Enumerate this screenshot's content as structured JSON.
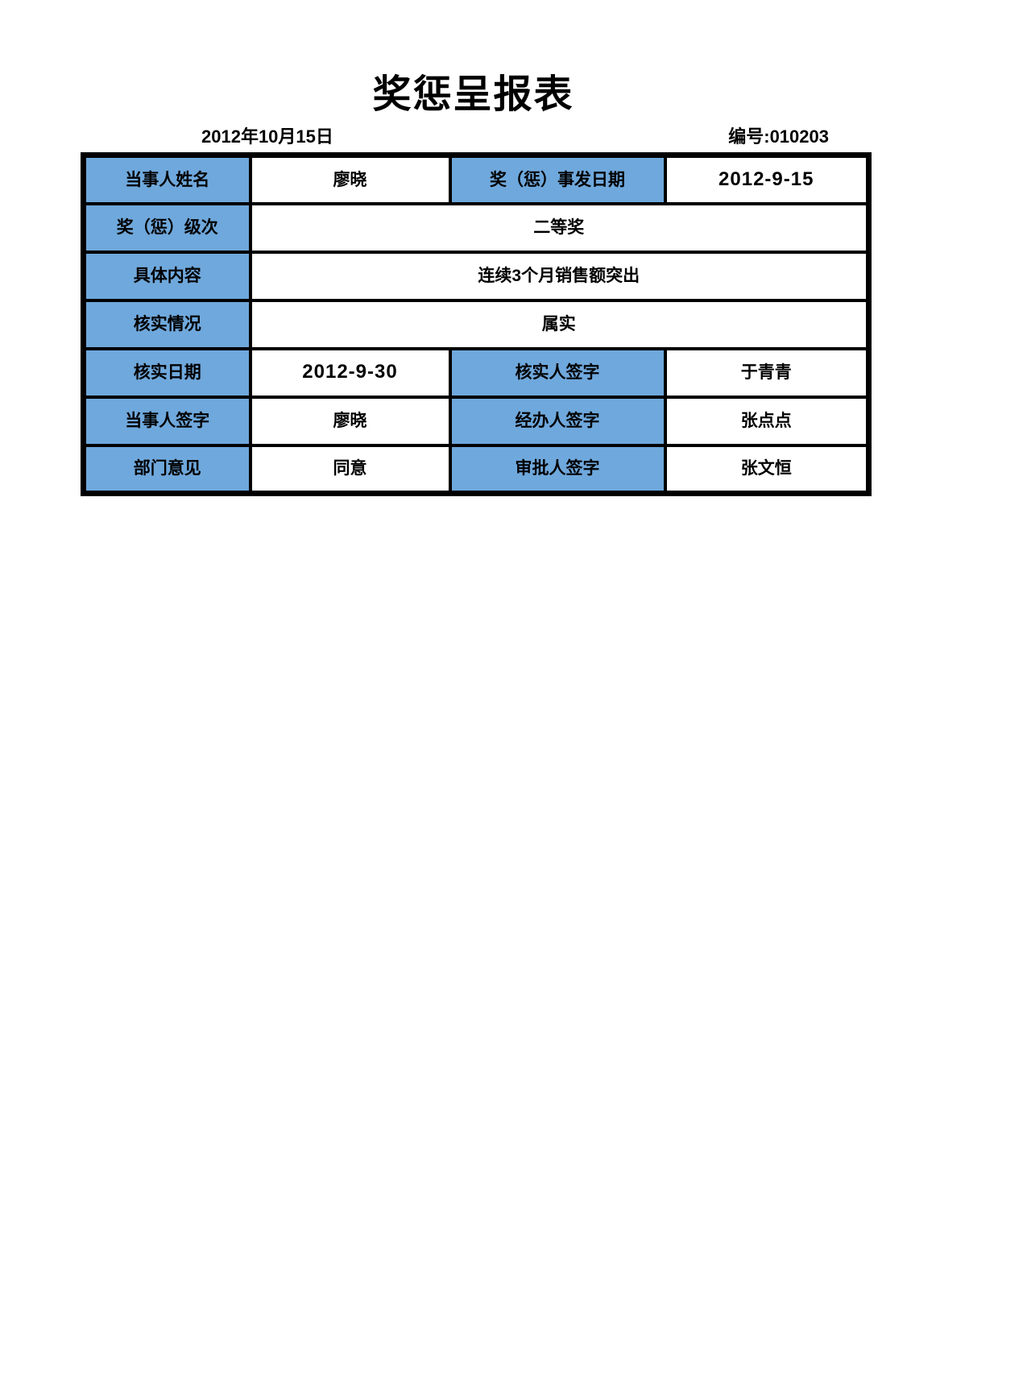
{
  "page": {
    "title": "奖惩呈报表",
    "date": "2012年10月15日",
    "serial": "编号:010203"
  },
  "colors": {
    "header_cell": "#6FA8DC",
    "border": "#000000",
    "page_background": "#FFFFFF",
    "text": "#000000"
  },
  "table": {
    "rows": [
      {
        "cells": [
          {
            "text": "当事人姓名"
          },
          {
            "text": "廖晓"
          },
          {
            "text": "奖（惩）事发日期"
          },
          {
            "text": "2012-9-15"
          }
        ]
      },
      {
        "cells": [
          {
            "text": "奖（惩）级次"
          },
          {
            "text": "二等奖"
          }
        ]
      },
      {
        "cells": [
          {
            "text": "具体内容"
          },
          {
            "text": "连续3个月销售额突出"
          }
        ]
      },
      {
        "cells": [
          {
            "text": "核实情况"
          },
          {
            "text": "属实"
          }
        ]
      },
      {
        "cells": [
          {
            "text": "核实日期"
          },
          {
            "text": "2012-9-30"
          },
          {
            "text": "核实人签字"
          },
          {
            "text": "于青青"
          }
        ]
      },
      {
        "cells": [
          {
            "text": "当事人签字"
          },
          {
            "text": "廖晓"
          },
          {
            "text": "经办人签字"
          },
          {
            "text": "张点点"
          }
        ]
      },
      {
        "cells": [
          {
            "text": "部门意见"
          },
          {
            "text": "同意"
          },
          {
            "text": "审批人签字"
          },
          {
            "text": "张文恒"
          }
        ]
      }
    ]
  }
}
